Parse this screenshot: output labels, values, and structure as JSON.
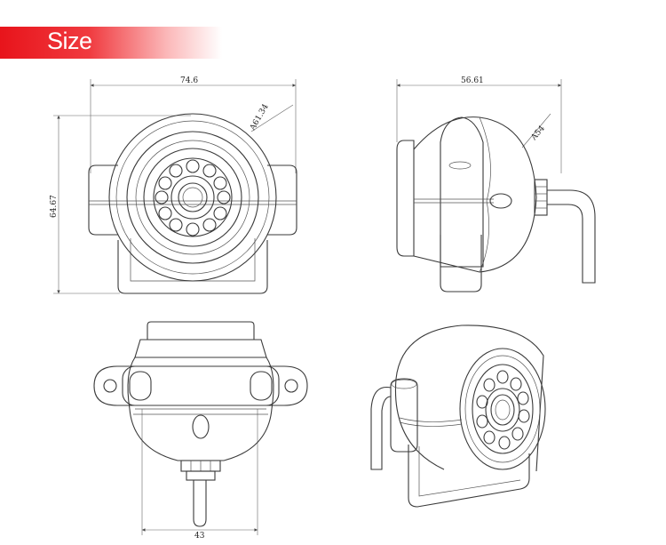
{
  "header": {
    "title": "Size"
  },
  "dimensions": {
    "front_width": "74.6",
    "front_height": "64.67",
    "front_radius": "A61.34",
    "side_width": "56.61",
    "side_radius": "A54",
    "top_width": "43"
  },
  "colors": {
    "header_red": "#e8141b",
    "line": "#3a3a3a"
  }
}
